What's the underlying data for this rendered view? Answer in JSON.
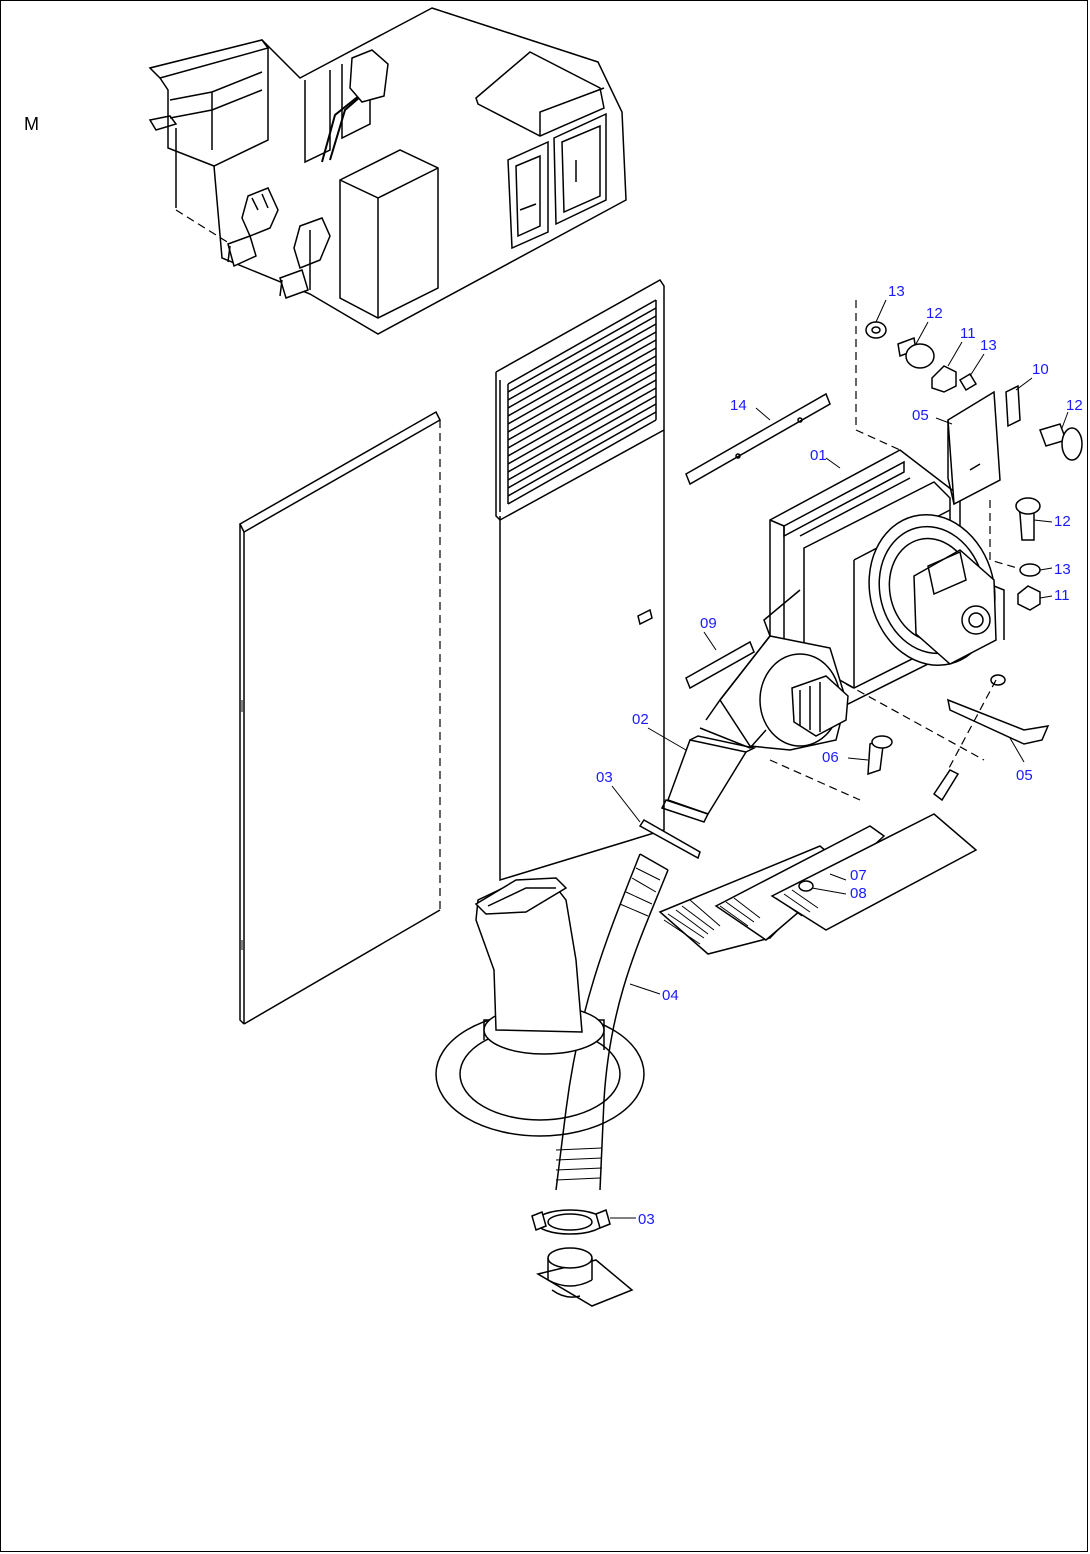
{
  "section_label": "M",
  "callouts": {
    "c13a": "13",
    "c12a": "12",
    "c11a": "11",
    "c13b": "13",
    "c10": "10",
    "c05a": "05",
    "c12b": "12",
    "c14": "14",
    "c01": "01",
    "c12c": "12",
    "c13c": "13",
    "c11b": "11",
    "c09": "09",
    "c02": "02",
    "c06": "06",
    "c05b": "05",
    "c03a": "03",
    "c07": "07",
    "c08": "08",
    "c04": "04",
    "c03b": "03"
  },
  "colors": {
    "callout": "#1a1aff",
    "line": "#000000",
    "background": "#ffffff"
  }
}
